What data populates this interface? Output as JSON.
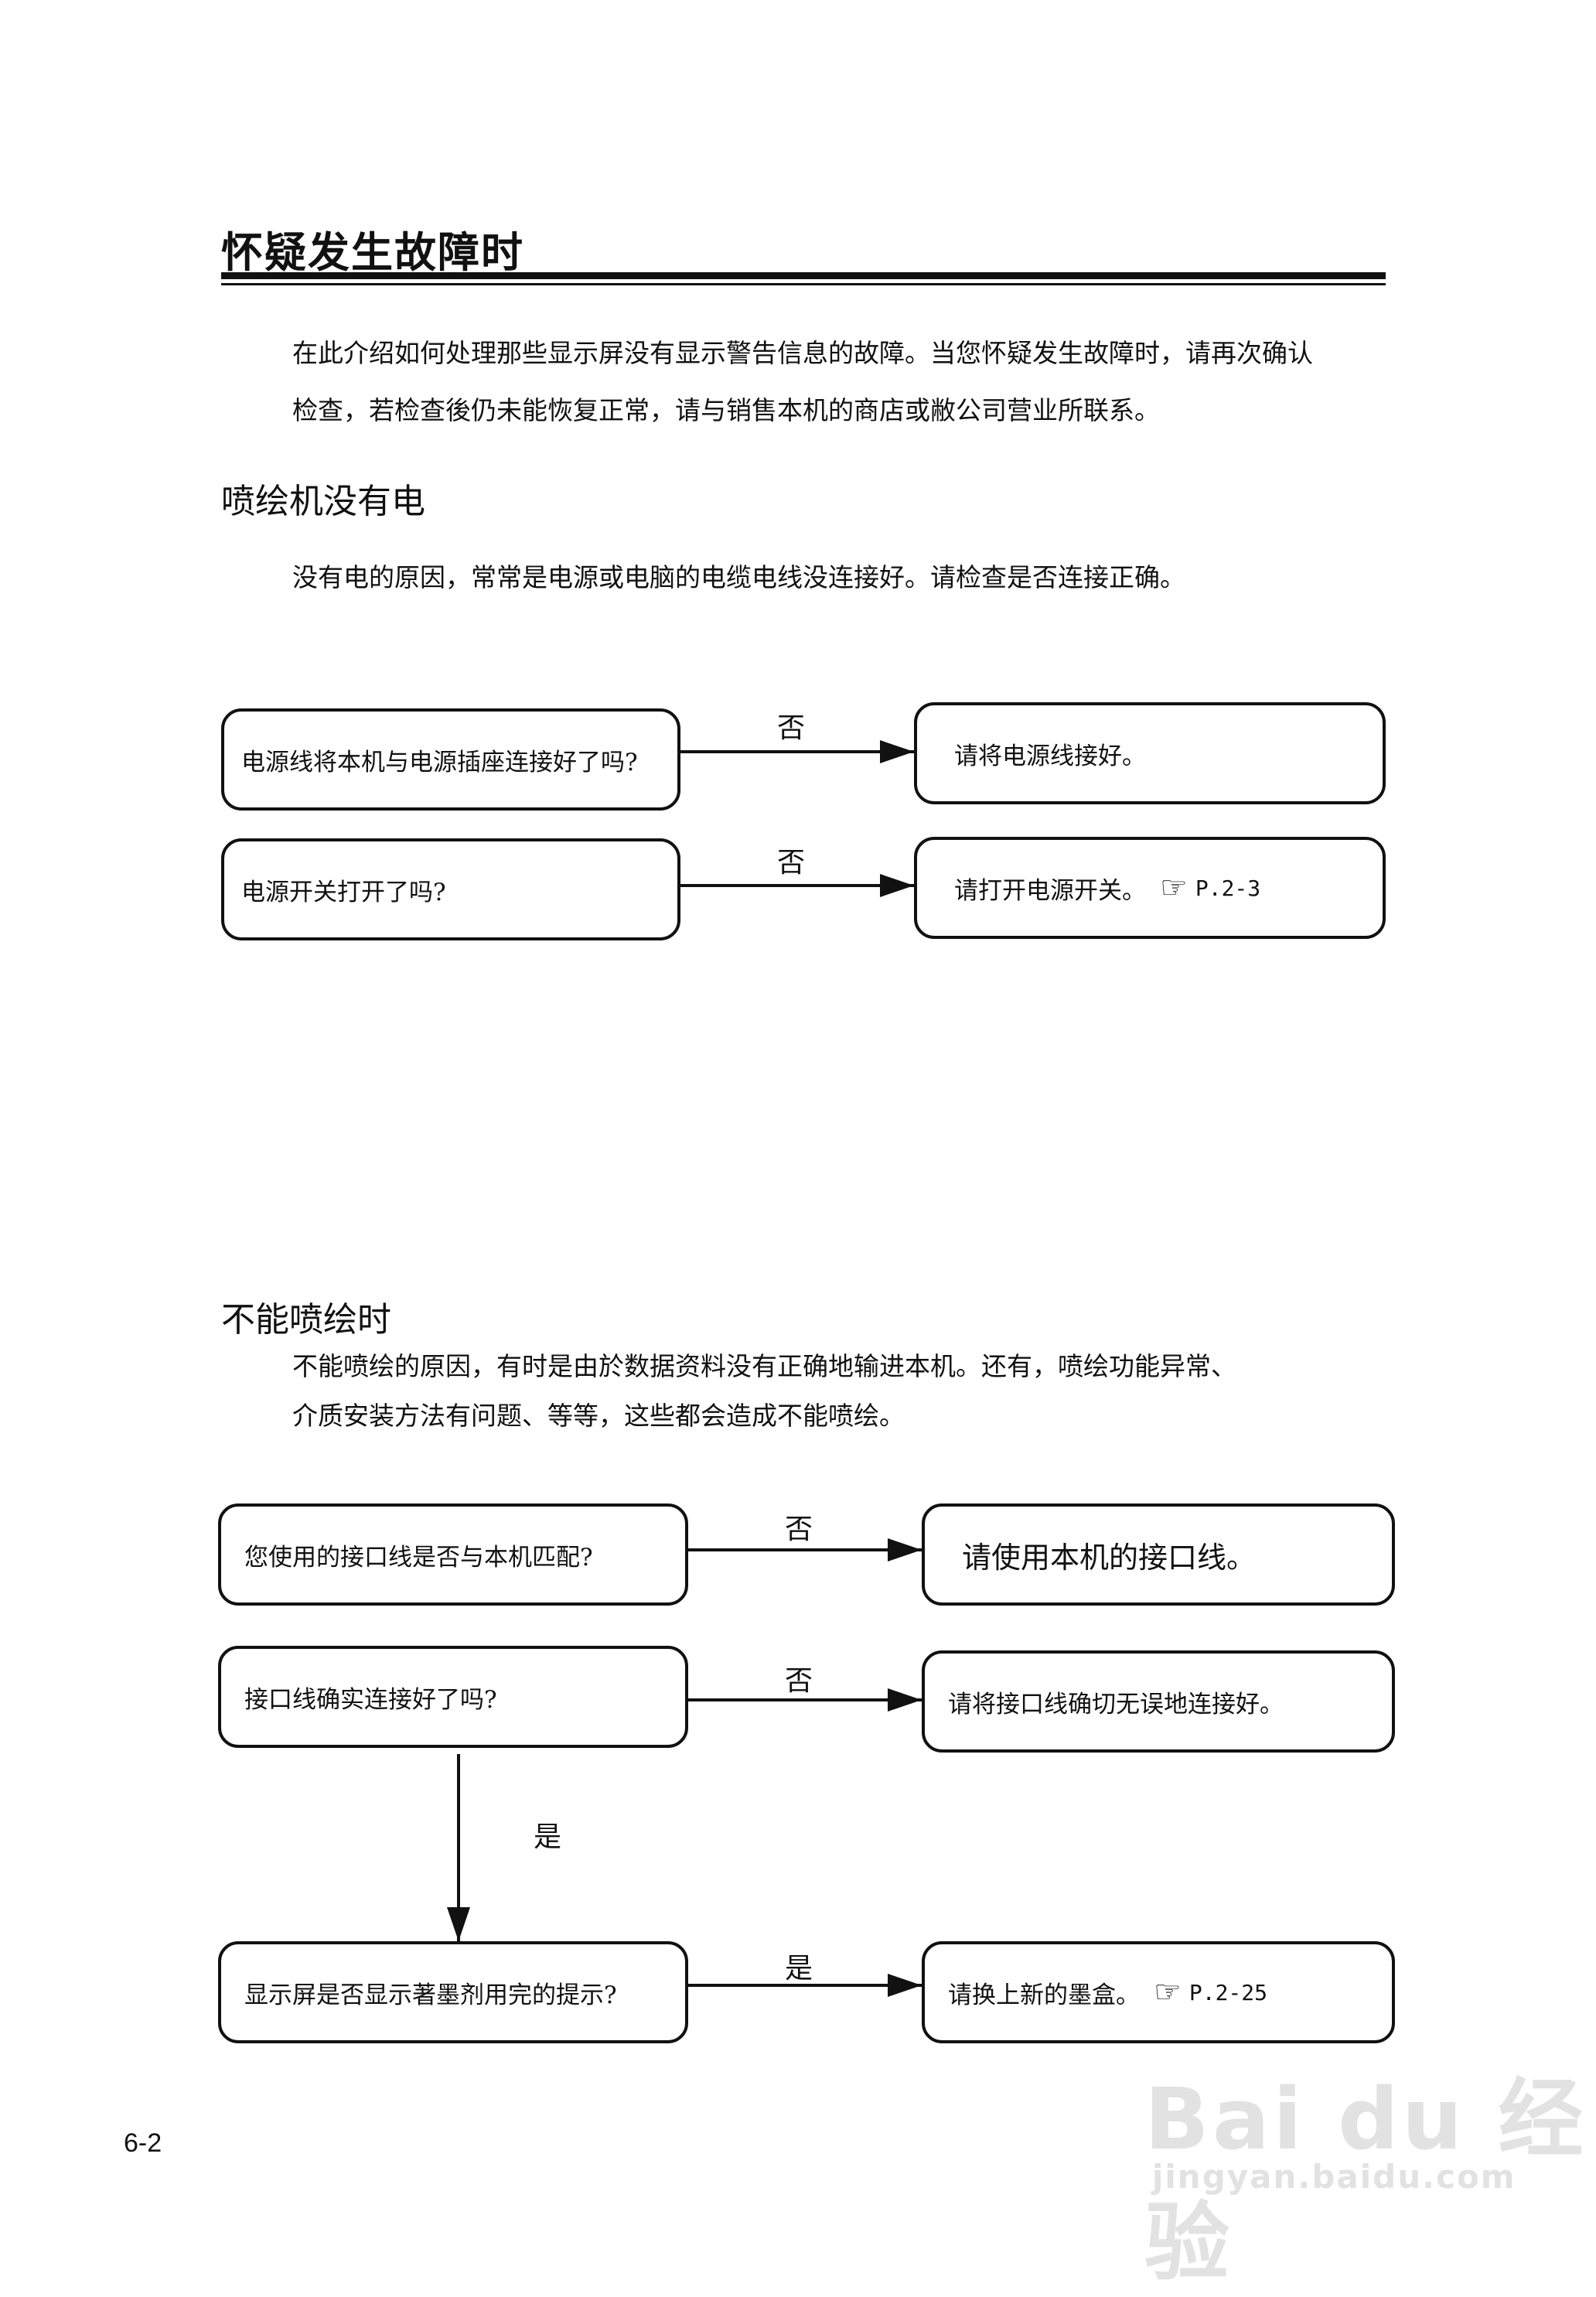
{
  "header": {
    "title": "怀疑发生故障时"
  },
  "intro": {
    "line1": "在此介绍如何处理那些显示屏没有显示警告信息的故障。当您怀疑发生故障时，请再次确认",
    "line2": "检查，若检查後仍未能恢复正常，请与销售本机的商店或敝公司营业所联系。"
  },
  "section1": {
    "heading": "喷绘机没有电",
    "desc": "没有电的原因，常常是电源或电脑的电缆电线没连接好。请检查是否连接正确。",
    "rows": [
      {
        "question": "电源线将本机与电源插座连接好了吗?",
        "label": "否",
        "answer": "请将电源线接好。",
        "ref": ""
      },
      {
        "question": "电源开关打开了吗?",
        "label": "否",
        "answer": "请打开电源开关。",
        "ref": "P.2-3"
      }
    ]
  },
  "section2": {
    "heading": "不能喷绘时",
    "desc_line1": "不能喷绘的原因，有时是由於数据资料没有正确地输进本机。还有，喷绘功能异常、",
    "desc_line2": "介质安装方法有问题、等等，这些都会造成不能喷绘。",
    "rows": [
      {
        "question": "您使用的接口线是否与本机匹配?",
        "label": "否",
        "answer": "请使用本机的接口线。",
        "ref": ""
      },
      {
        "question": "接口线确实连接好了吗?",
        "label": "否",
        "answer": "请将接口线确切无误地连接好。",
        "ref": ""
      },
      {
        "question": "显示屏是否显示著墨剂用完的提示?",
        "label": "是",
        "answer": "请换上新的墨盒。",
        "ref": "P.2-25"
      }
    ],
    "down_label": "是"
  },
  "footer": {
    "page_number": "6-2"
  },
  "watermark": {
    "brand": "Bai du 经验",
    "url": "jingyan.baidu.com"
  }
}
